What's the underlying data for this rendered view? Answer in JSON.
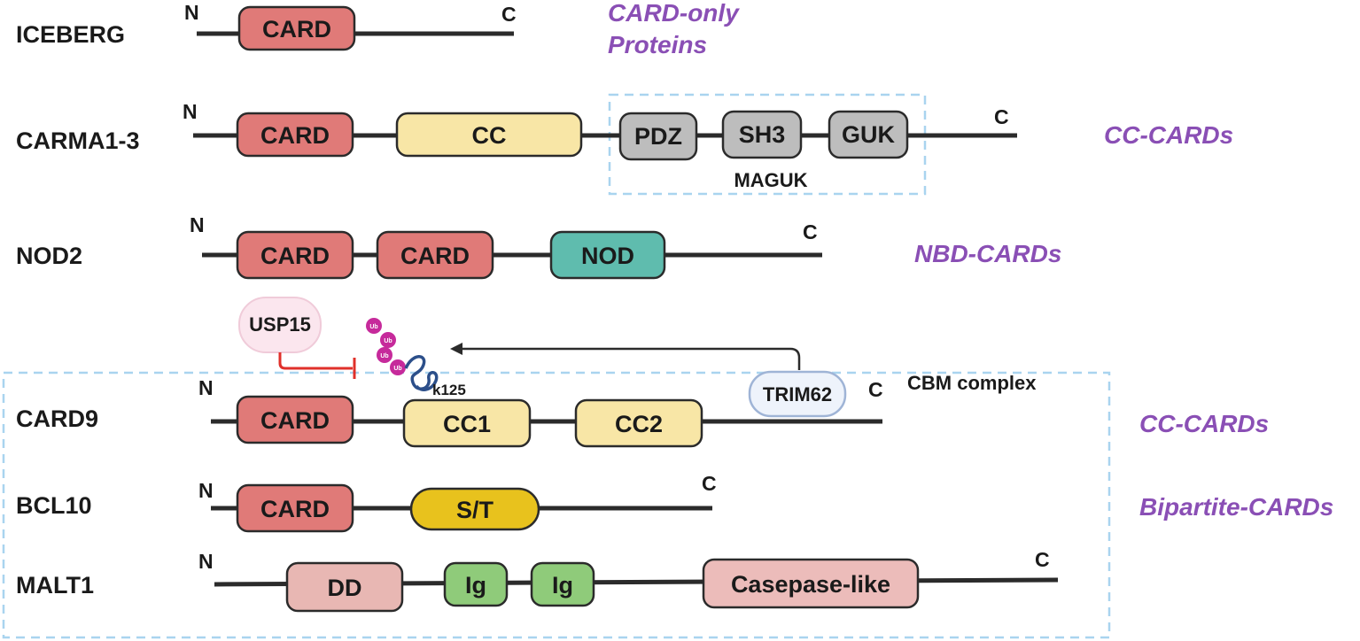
{
  "terminal_labels": {
    "n": "N",
    "c": "C"
  },
  "proteins": {
    "iceberg": {
      "name": "ICEBERG",
      "domains": [
        "CARD"
      ]
    },
    "carma": {
      "name": "CARMA1-3",
      "domains": [
        "CARD",
        "CC",
        "PDZ",
        "SH3",
        "GUK"
      ]
    },
    "nod2": {
      "name": "NOD2",
      "domains": [
        "CARD",
        "CARD",
        "NOD"
      ]
    },
    "card9": {
      "name": "CARD9",
      "domains": [
        "CARD",
        "CC1",
        "CC2"
      ]
    },
    "bcl10": {
      "name": "BCL10",
      "domains": [
        "CARD",
        "S/T"
      ]
    },
    "malt1": {
      "name": "MALT1",
      "domains": [
        "DD",
        "Ig",
        "Ig",
        "Casepase-like"
      ]
    }
  },
  "families": {
    "card_only": [
      "CARD-only",
      "Proteins"
    ],
    "cc_cards_1": "CC-CARDs",
    "nbd_cards": "NBD-CARDs",
    "cc_cards_2": "CC-CARDs",
    "bipartite": "Bipartite-CARDs"
  },
  "annotations": {
    "maguk": "MAGUK",
    "cbm_complex": "CBM complex",
    "usp15": "USP15",
    "trim62": "TRIM62",
    "ub": "Ub",
    "k125": "k125"
  },
  "colors": {
    "card": "#e07a78",
    "cc": "#f8e6a6",
    "maguk": "#bdbdbd",
    "nod": "#5fbcae",
    "st": "#e8c21d",
    "dd": "#e8b7b3",
    "ig": "#8fcb7a",
    "casepase": "#ecbcba",
    "family_text": "#8a4fb5",
    "dashed_box": "#a9d4ef",
    "inhibit": "#e0302a",
    "ub": "#c62a9b"
  }
}
